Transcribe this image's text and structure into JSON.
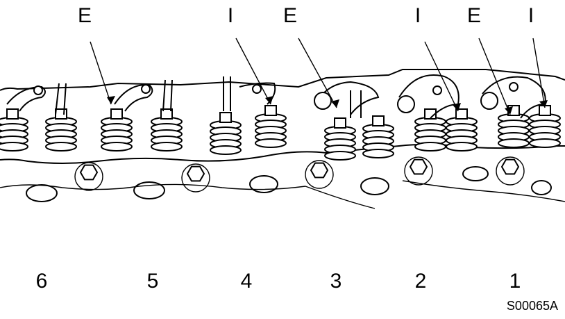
{
  "valve_labels": [
    "E",
    "I",
    "E",
    "I",
    "E",
    "I"
  ],
  "cylinder_numbers": [
    "6",
    "5",
    "4",
    "3",
    "2",
    "1"
  ],
  "figure_code": "S00065A",
  "illustration": "engine-valve-train-line-drawing"
}
